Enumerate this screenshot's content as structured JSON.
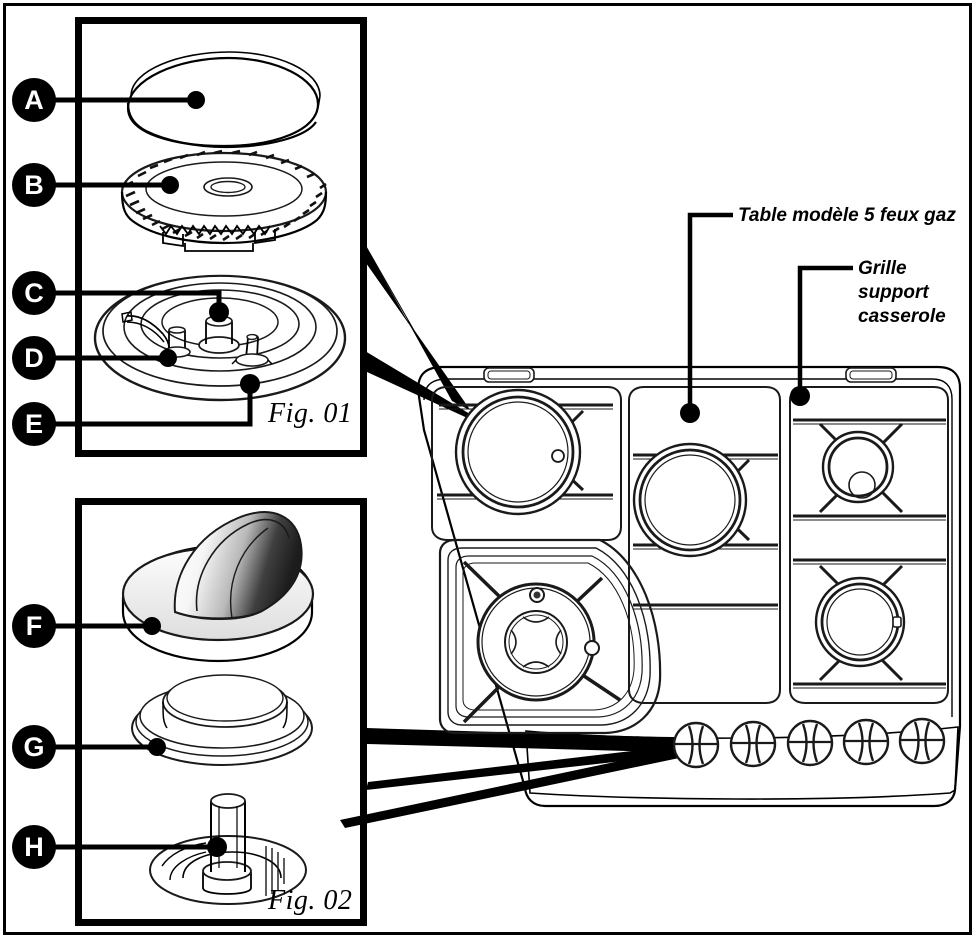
{
  "document": {
    "type": "technical-exploded-diagram",
    "subject": "Gas cooktop burner and control knob assembly",
    "language": "fr"
  },
  "figures": [
    {
      "id": "fig01",
      "label": "Fig. 01",
      "title": "Burner assembly exploded view",
      "parts": [
        {
          "key": "A",
          "name": "burner-cap"
        },
        {
          "key": "B",
          "name": "burner-crown"
        },
        {
          "key": "C",
          "name": "burner-injector"
        },
        {
          "key": "D",
          "name": "thermocouple"
        },
        {
          "key": "E",
          "name": "spark-electrode"
        }
      ]
    },
    {
      "id": "fig02",
      "label": "Fig. 02",
      "title": "Control knob assembly exploded view",
      "parts": [
        {
          "key": "F",
          "name": "control-knob"
        },
        {
          "key": "G",
          "name": "knob-bezel-ring"
        },
        {
          "key": "H",
          "name": "valve-spindle"
        }
      ]
    }
  ],
  "callouts": [
    {
      "id": "cooktop",
      "text": "Table modèle 5 feux gaz"
    },
    {
      "id": "grate",
      "text": "Grille support casserole"
    }
  ],
  "cooktop": {
    "name": "Table modèle 5 feux gaz",
    "burner_count": 5,
    "knob_count": 5,
    "burners": [
      {
        "position": "rear-left",
        "size": "large"
      },
      {
        "position": "rear-center",
        "size": "large"
      },
      {
        "position": "rear-right",
        "size": "small"
      },
      {
        "position": "front-left",
        "size": "wok-dual"
      },
      {
        "position": "front-right",
        "size": "medium"
      }
    ]
  },
  "colors": {
    "ink": "#000000",
    "paper": "#ffffff",
    "line": "#1a1a1a",
    "shade_light": "#f2f2f2",
    "shade_mid": "#9a9a9a",
    "shade_dark": "#2a2a2a"
  }
}
